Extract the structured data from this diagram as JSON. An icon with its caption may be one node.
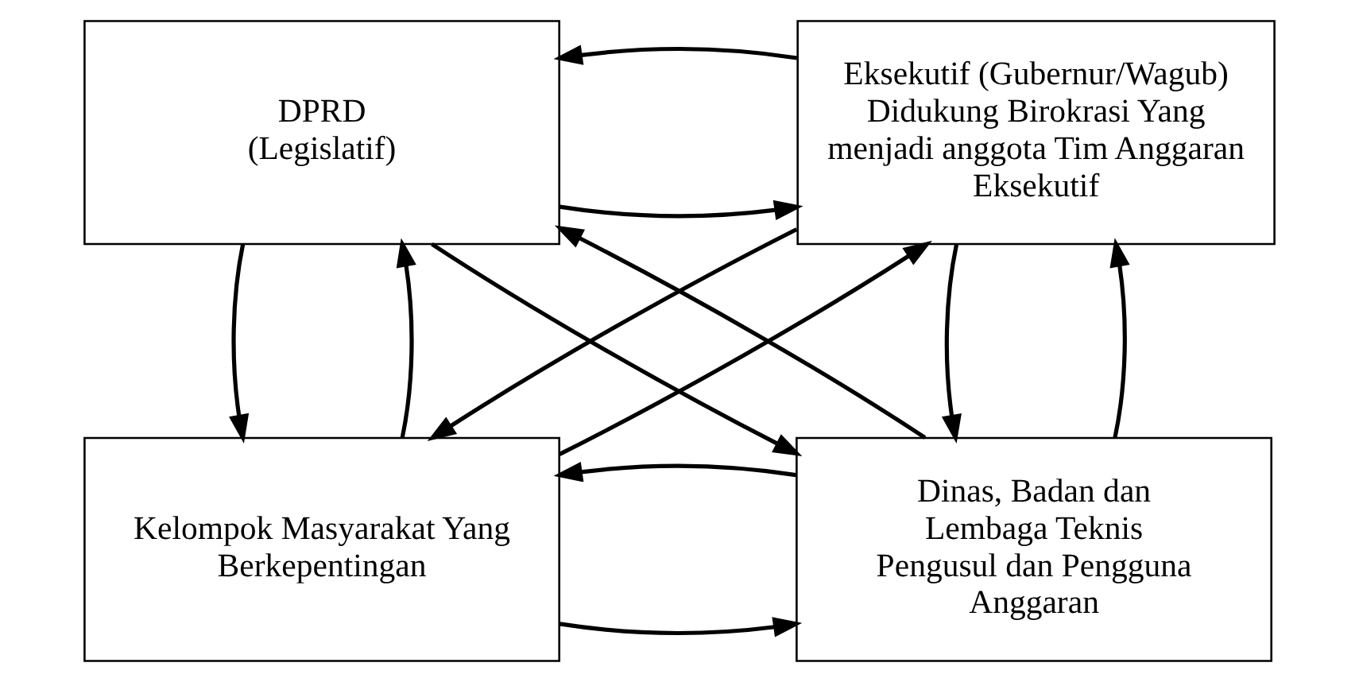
{
  "diagram": {
    "nodes": [
      {
        "text": [
          "DPRD (Legislatif)"
        ]
      },
      {
        "text": [
          "Eksekutif (Gubernur/Wagub) Didukung Birokrasi Yang menjadi anggota Tim Anggaran Eksekutif"
        ]
      },
      {
        "text": [
          "Kelompok Masyarakat Yang Berkepentingan"
        ]
      },
      {
        "text": [
          "Dinas, Badan dan Lembaga Teknis Pengusul dan Pengguna Anggaran"
        ]
      }
    ],
    "edges": [
      {
        "from": 0,
        "to": 1,
        "arrow": "to"
      },
      {
        "from": 1,
        "to": 0,
        "arrow": "to"
      },
      {
        "from": 2,
        "to": 0,
        "arrow": "to"
      },
      {
        "from": 0,
        "to": 2,
        "arrow": "to"
      },
      {
        "from": 3,
        "to": 0,
        "arrow": "to"
      },
      {
        "from": 0,
        "to": 3,
        "arrow": "to"
      },
      {
        "from": 2,
        "to": 1,
        "arrow": "to"
      },
      {
        "from": 1,
        "to": 2,
        "arrow": "to"
      },
      {
        "from": 3,
        "to": 1,
        "arrow": "to"
      },
      {
        "from": 1,
        "to": 3,
        "arrow": "to"
      },
      {
        "from": 2,
        "to": 3,
        "arrow": "to"
      },
      {
        "from": 3,
        "to": 2,
        "arrow": "to"
      }
    ]
  }
}
